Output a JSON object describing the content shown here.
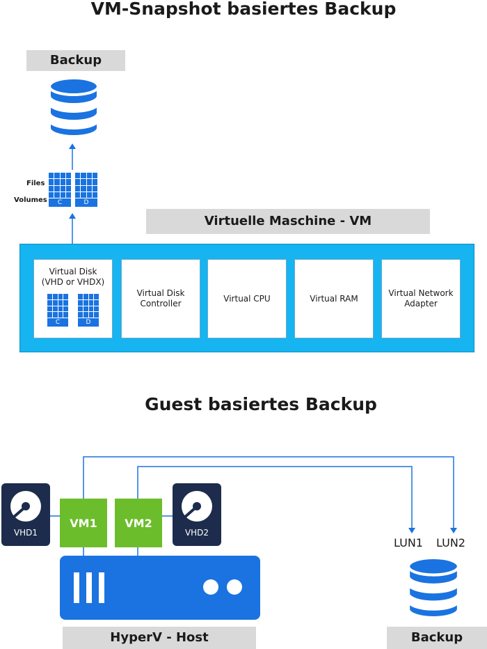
{
  "top": {
    "title": "VM-Snapshot basiertes Backup",
    "backup_label": "Backup",
    "files_label": "Files",
    "volumes_label": "Volumes",
    "drive_c": "C",
    "drive_d": "D",
    "vm_label": "Virtuelle Maschine - VM",
    "components": [
      {
        "label": "Virtual Disk (VHD or VHDX)"
      },
      {
        "label": "Virtual Disk Controller"
      },
      {
        "label": "Virtual CPU"
      },
      {
        "label": "Virtual RAM"
      },
      {
        "label": "Virtual Network Adapter"
      }
    ]
  },
  "bottom": {
    "title": "Guest basiertes Backup",
    "vm1": "VM1",
    "vm2": "VM2",
    "vhd1": "VHD1",
    "vhd2": "VHD2",
    "lun1": "LUN1",
    "lun2": "LUN2",
    "host_label": "HyperV - Host",
    "backup_label": "Backup"
  },
  "colors": {
    "blue": "#1a73e0",
    "cyan": "#16b4f0",
    "green": "#6cbd2b",
    "navy": "#1d2c4c",
    "gray": "#d9d9d9"
  }
}
